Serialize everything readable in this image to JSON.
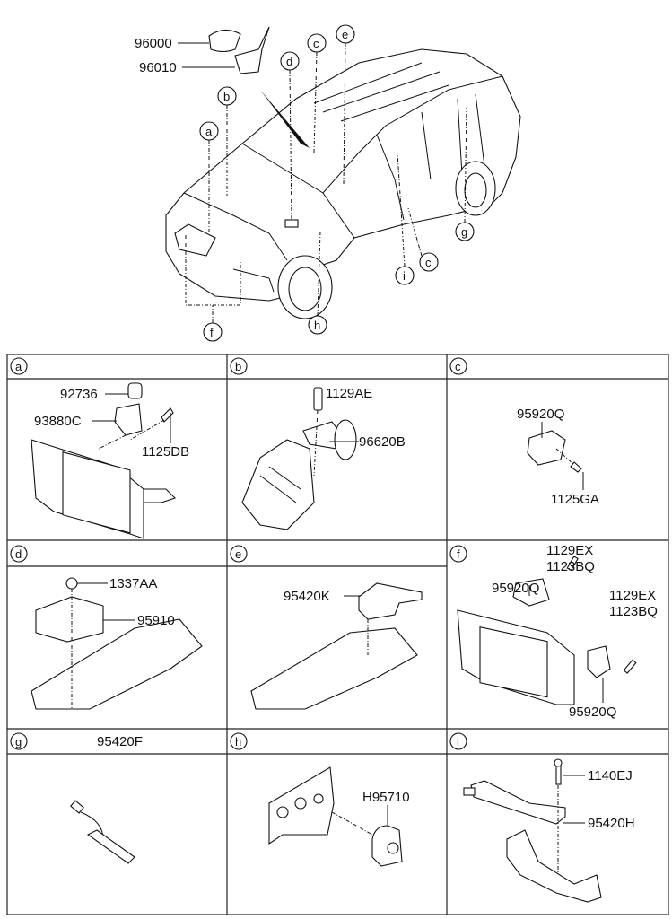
{
  "overview": {
    "parts": [
      "96000",
      "96010"
    ],
    "callouts": [
      "a",
      "b",
      "c",
      "d",
      "e",
      "f",
      "g",
      "h",
      "i",
      "c"
    ]
  },
  "cells": [
    {
      "key": "a",
      "labels": [
        "92736",
        "93880C",
        "1125DB"
      ]
    },
    {
      "key": "b",
      "labels": [
        "1129AE",
        "96620B"
      ]
    },
    {
      "key": "c",
      "labels": [
        "95920Q",
        "1125GA"
      ]
    },
    {
      "key": "d",
      "labels": [
        "1337AA",
        "95910"
      ]
    },
    {
      "key": "e",
      "labels": [
        "95420K"
      ]
    },
    {
      "key": "f",
      "labels": [
        "1129EX",
        "1123BQ",
        "95920Q",
        "1129EX",
        "1123BQ",
        "95920Q"
      ]
    },
    {
      "key": "g",
      "labels": [
        "95420F"
      ]
    },
    {
      "key": "h",
      "labels": [
        "H95710"
      ]
    },
    {
      "key": "i",
      "labels": [
        "1140EJ",
        "95420H"
      ]
    }
  ]
}
